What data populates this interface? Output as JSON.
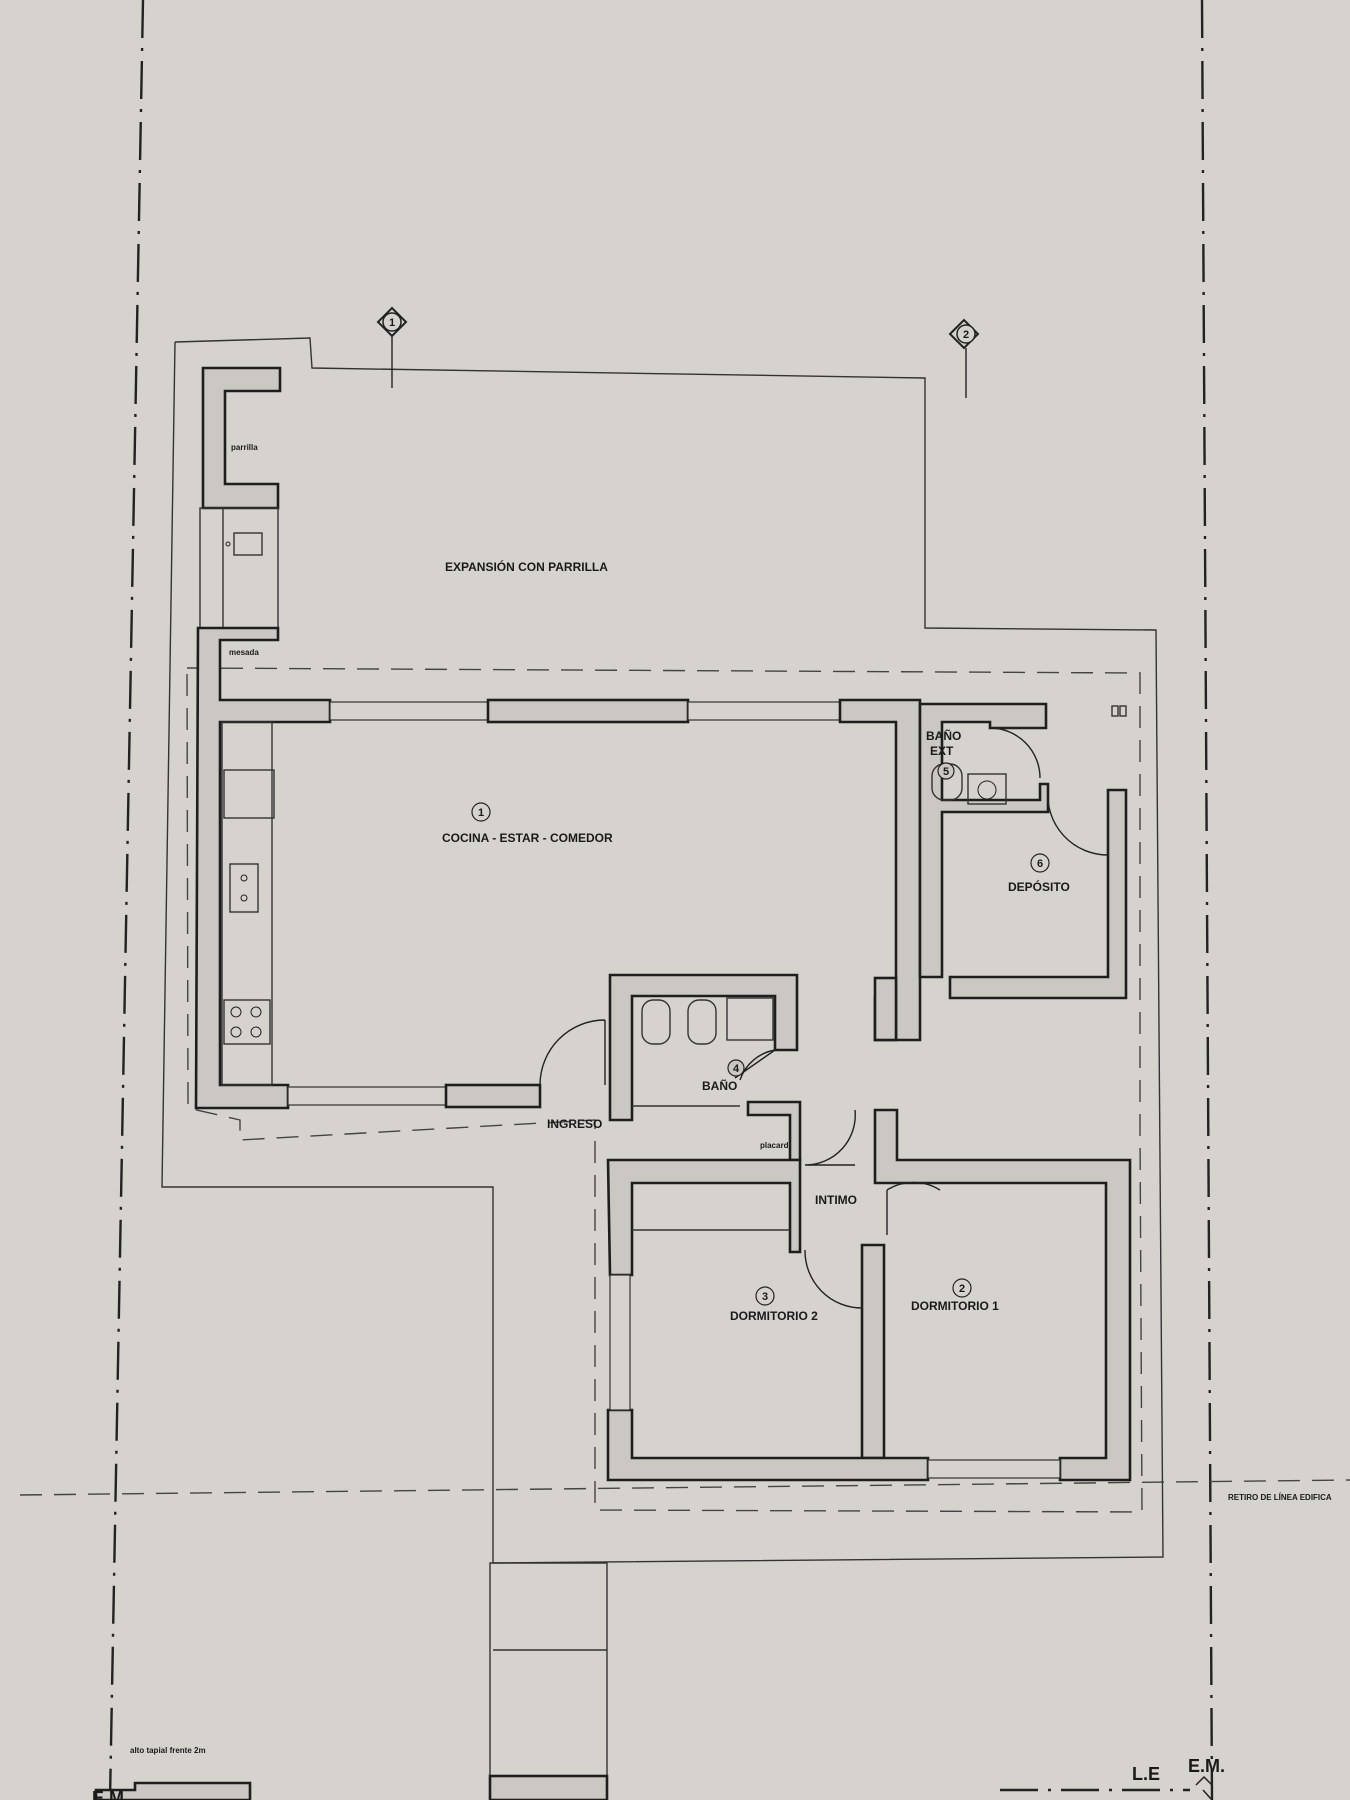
{
  "plan": {
    "section_markers": [
      "1",
      "2"
    ],
    "areas": {
      "expansion": "EXPANSIÓN CON PARRILLA",
      "parrilla": "parrilla",
      "mesada": "mesada",
      "cocina_num": "1",
      "cocina": "COCINA - ESTAR - COMEDOR",
      "bano_ext": "BAÑO",
      "bano_ext_2": "EXT",
      "bano_ext_num": "5",
      "deposito_num": "6",
      "deposito": "DEPÓSITO",
      "bano_num": "4",
      "bano": "BAÑO",
      "placard": "placard",
      "ingreso": "INGRESO",
      "intimo": "INTIMO",
      "dorm2_num": "3",
      "dorm2": "DORMITORIO 2",
      "dorm1_num": "2",
      "dorm1": "DORMITORIO 1"
    },
    "annotations": {
      "retiro": "RETIRO DE LÍNEA EDIFICA",
      "tapial": "alto tapial frente 2m",
      "le": "L.E",
      "em_right": "E.M.",
      "em_left": "E.M"
    }
  }
}
